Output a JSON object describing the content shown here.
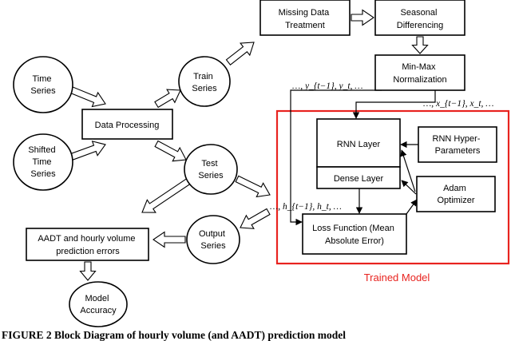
{
  "nodes": {
    "time_series": [
      "Time",
      "Series"
    ],
    "shifted_time_series": [
      "Shifted",
      "Time",
      "Series"
    ],
    "data_processing": [
      "Data Processing"
    ],
    "train_series": [
      "Train",
      "Series"
    ],
    "test_series": [
      "Test",
      "Series"
    ],
    "missing_data": [
      "Missing Data",
      "Treatment"
    ],
    "seasonal_diff": [
      "Seasonal",
      "Differencing"
    ],
    "minmax": [
      "Min-Max",
      "Normalization"
    ],
    "rnn_layer": [
      "RNN Layer"
    ],
    "dense_layer": [
      "Dense Layer"
    ],
    "rnn_hyper": [
      "RNN Hyper-",
      "Parameters"
    ],
    "adam": [
      "Adam",
      "Optimizer"
    ],
    "loss": [
      "Loss Function (Mean",
      "Absolute Error)"
    ],
    "output_series": [
      "Output",
      "Series"
    ],
    "aadt_errors": [
      "AADT and hourly volume",
      "prediction errors"
    ],
    "model_accuracy": [
      "Model",
      "Accuracy"
    ]
  },
  "math_labels": {
    "y_seq": "…, y_{t−1}, y_t, …",
    "x_seq": "…, x_{t−1}, x_t, …",
    "h_seq": "…, h_{t−1}, h_t, …"
  },
  "trained_model_label": "Trained Model",
  "caption": "FIGURE 2 Block Diagram of hourly volume (and AADT) prediction model",
  "colors": {
    "frame": "#e8231f",
    "label": "#e8231f",
    "stroke": "#000000"
  }
}
